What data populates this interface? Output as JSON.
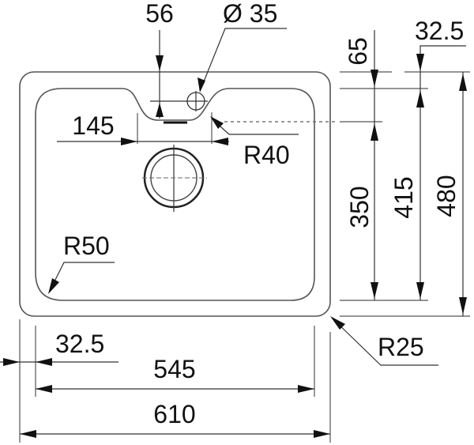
{
  "drawing": {
    "title": "Sink dimension drawing",
    "units": "mm",
    "dimensions": {
      "overall_width": "610",
      "bowl_width": "545",
      "flange_left": "32.5",
      "flange_top": "32.5",
      "overall_depth": "480",
      "bowl_depth_total": "415",
      "bowl_depth_main": "350",
      "tap_ledge_depth": "65",
      "tap_hole_offset": "56",
      "tap_hole_diameter": "Ø 35",
      "ledge_left_offset": "145",
      "ledge_radius": "R40",
      "bowl_corner_radius": "R50",
      "outer_corner_radius": "R25"
    }
  }
}
